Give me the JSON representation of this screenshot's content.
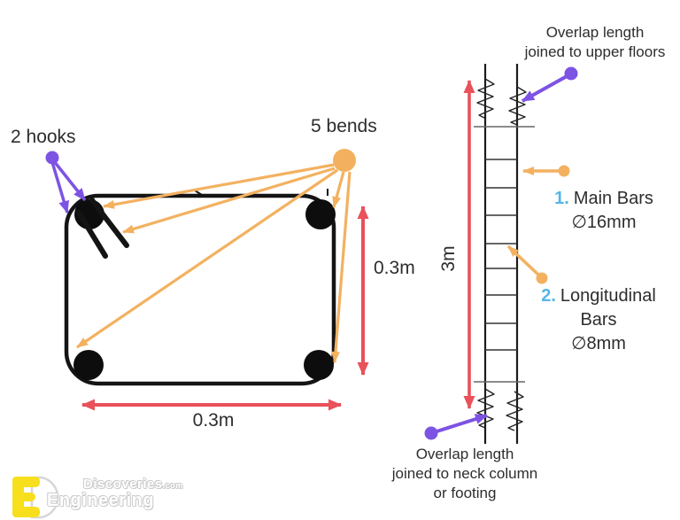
{
  "colors": {
    "purple": "#7d53e3",
    "orange": "#f3b160",
    "red": "#e9515b",
    "blue": "#56b6e7",
    "ink": "#141414",
    "text": "#2d2d2d",
    "yellow": "#f7df1e"
  },
  "cross_section": {
    "hooks_label": "2 hooks",
    "bends_label": "5 bends",
    "width_label": "0.3m",
    "height_label": "0.3m"
  },
  "elevation": {
    "height_label": "3m",
    "overlap_top_line1": "Overlap length",
    "overlap_top_line2": "joined to upper floors",
    "main_bars_number": "1.",
    "main_bars_name": "Main Bars",
    "main_bars_size": "∅16mm",
    "long_bars_number": "2.",
    "long_bars_name_line1": "Longitudinal",
    "long_bars_name_line2": "Bars",
    "long_bars_size": "∅8mm",
    "overlap_bottom_line1": "Overlap length",
    "overlap_bottom_line2": "joined to neck column",
    "overlap_bottom_line3": "or footing"
  },
  "logo": {
    "word_top": "Discoveries",
    "word_top_suffix": ".com",
    "word_bottom": "Engineering"
  }
}
